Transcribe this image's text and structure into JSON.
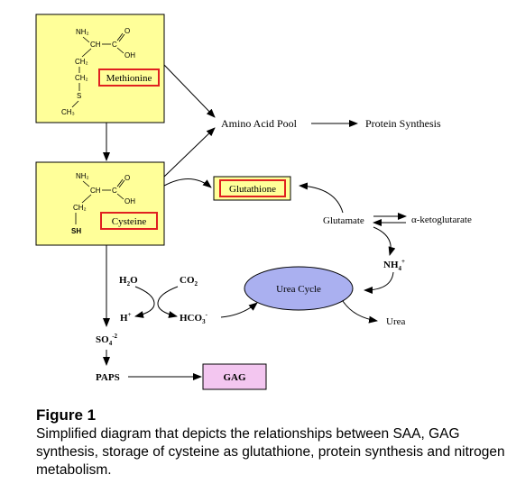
{
  "colors": {
    "molecule_fill": "#ffff99",
    "label_border": "#e02020",
    "gag_fill": "#f3c6f0",
    "urea_fill": "#aab0f0"
  },
  "methionine": {
    "nh2": "NH₂",
    "ch": "CH",
    "c": "C",
    "o": "O",
    "oh": "OH",
    "ch2a": "CH₂",
    "ch2b": "CH₂",
    "s": "S",
    "ch3": "CH₃",
    "label": "Methionine"
  },
  "cysteine": {
    "nh2": "NH₂",
    "ch": "CH",
    "c": "C",
    "o": "O",
    "oh": "OH",
    "ch2": "CH₂",
    "sh": "SH",
    "label": "Cysteine"
  },
  "nodes": {
    "amino_acid_pool": "Amino Acid Pool",
    "protein_synthesis": "Protein Synthesis",
    "glutathione": "Glutathione",
    "glutamate": "Glutamate",
    "ketoglutarate": "α-ketoglutarate",
    "nh4": "NH",
    "nh4_sub": "4",
    "nh4_sup": "+",
    "urea_cycle": "Urea Cycle",
    "urea": "Urea",
    "h2o": "H",
    "h2o_sub": "2",
    "h2o_end": "O",
    "co2": "CO",
    "co2_sub": "2",
    "hplus": "H",
    "hplus_sup": "+",
    "hco3": "HCO",
    "hco3_sub": "3",
    "hco3_sup": "-",
    "so4": "SO",
    "so4_sub": "4",
    "so4_sup": "-2",
    "paps": "PAPS",
    "gag": "GAG"
  },
  "caption": {
    "title": "Figure 1",
    "text": "Simplified diagram that depicts the relationships between SAA, GAG synthesis, storage of cysteine as glutathione, protein synthesis and nitrogen metabolism."
  }
}
